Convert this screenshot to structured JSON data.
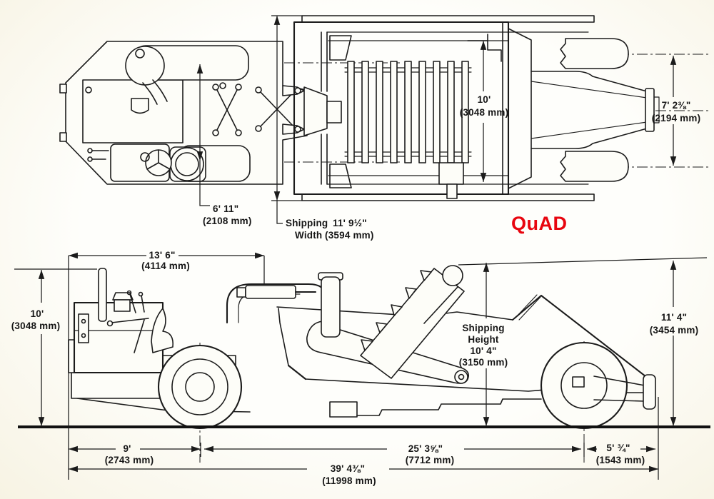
{
  "palette": {
    "ink": "#1b1b1b",
    "paper": "#fdfdf8",
    "accent_red": "#e8050f"
  },
  "brand": {
    "label": "QuAD"
  },
  "top_view": {
    "bowl_width_ft": "10'",
    "bowl_width_mm": "(3048 mm)",
    "rear_tread_ft": "7' 2⅜\"",
    "rear_tread_mm": "(2194 mm)",
    "front_tread_ft": "6' 11\"",
    "front_tread_mm": "(2108 mm)",
    "shipping_width_word1": "Shipping",
    "shipping_width_ft": "11' 9½\"",
    "shipping_width_word2": "Width",
    "shipping_width_mm": "(3594 mm)"
  },
  "side_view": {
    "tractor_length_ft": "13' 6\"",
    "tractor_length_mm": "(4114 mm)",
    "tractor_height_ft": "10'",
    "tractor_height_mm": "(3048 mm)",
    "shipping_height_word1": "Shipping",
    "shipping_height_word2": "Height",
    "shipping_height_ft": "10' 4\"",
    "shipping_height_mm": "(3150 mm)",
    "overall_height_ft": "11' 4\"",
    "overall_height_mm": "(3454 mm)",
    "front_section_ft": "9'",
    "front_section_mm": "(2743 mm)",
    "wheelbase_ft": "25' 3⅝\"",
    "wheelbase_mm": "(7712 mm)",
    "rear_overhang_ft": "5' ¾\"",
    "rear_overhang_mm": "(1543 mm)",
    "overall_length_ft": "39' 4⅜\"",
    "overall_length_mm": "(11998 mm)"
  }
}
